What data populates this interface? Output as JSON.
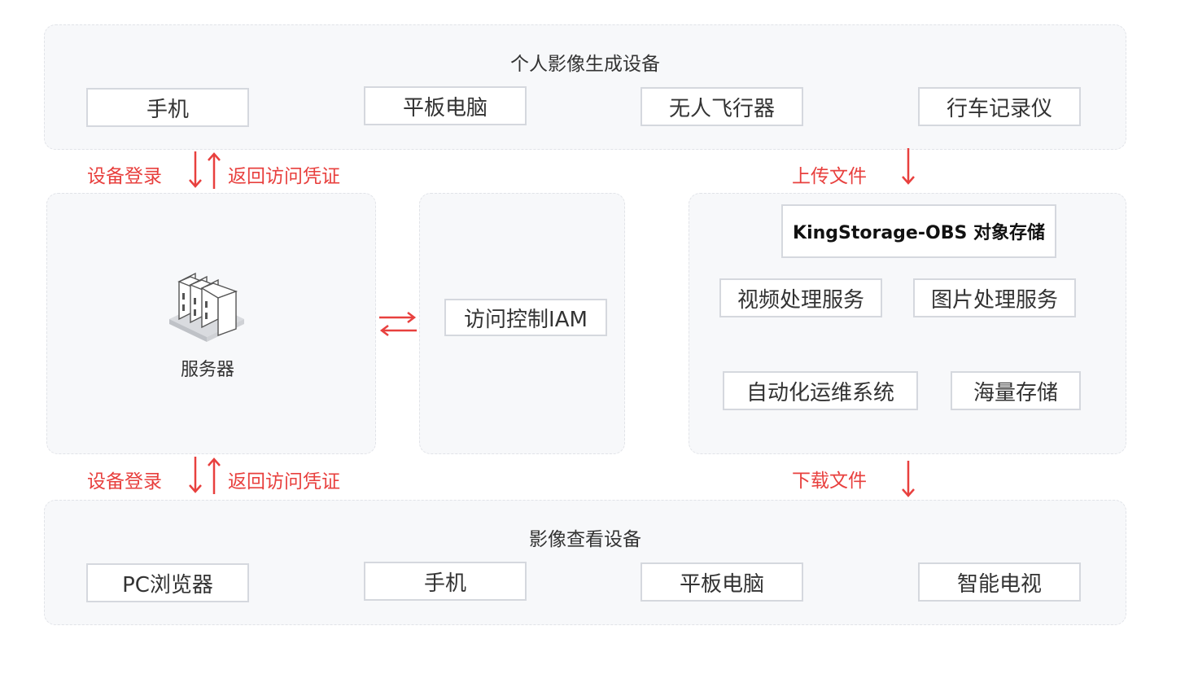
{
  "top_panel": {
    "title": "个人影像生成设备",
    "devices": [
      "手机",
      "平板电脑",
      "无人飞行器",
      "行车记录仪"
    ]
  },
  "bottom_panel": {
    "title": "影像查看设备",
    "devices": [
      "PC浏览器",
      "手机",
      "平板电脑",
      "智能电视"
    ]
  },
  "server": {
    "label": "服务器",
    "icon": "server-rack-icon"
  },
  "iam": {
    "label": "访问控制IAM"
  },
  "storage": {
    "header": "KingStorage-OBS 对象存储",
    "services": [
      "视频处理服务",
      "图片处理服务",
      "自动化运维系统",
      "海量存储"
    ]
  },
  "flows": {
    "top_login": "设备登录",
    "top_credential": "返回访问凭证",
    "upload": "上传文件",
    "bottom_login": "设备登录",
    "bottom_credential": "返回访问凭证",
    "download": "下载文件"
  },
  "colors": {
    "accent": "#e8403e",
    "panel_bg": "#f7f8fa",
    "box_border": "#d5d8de"
  }
}
